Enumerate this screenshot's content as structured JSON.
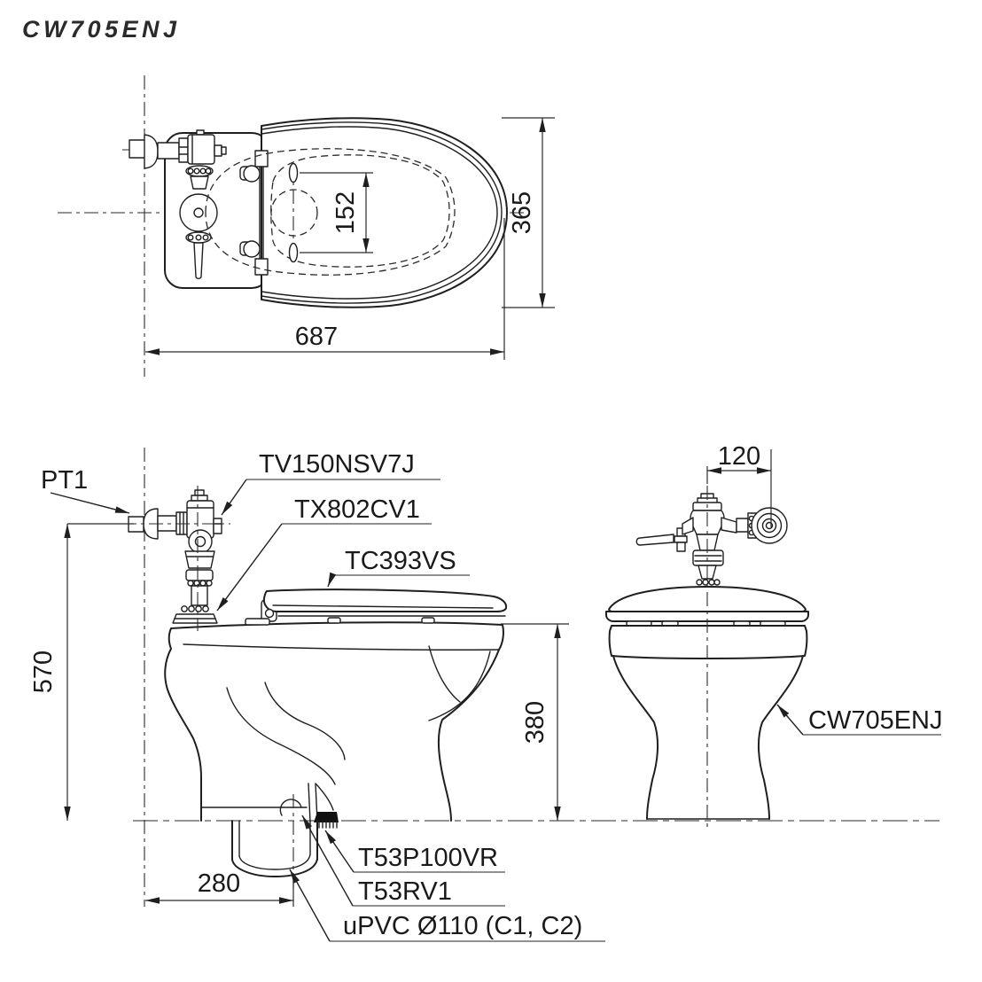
{
  "title": "CW705ENJ",
  "colors": {
    "line": "#1f1f1f",
    "background": "#ffffff"
  },
  "plan_view": {
    "dim_depth": "365",
    "dim_bolt_spacing": "152",
    "dim_length": "687"
  },
  "front_view": {
    "label_supply": "PT1",
    "label_flush_valve": "TV150NSV7J",
    "label_spud_pipe": "TX802CV1",
    "label_seat": "TC393VS",
    "dim_valve_height": "570",
    "dim_rim_height": "380",
    "dim_outlet_offset": "280",
    "label_floor_flange": "T53P100VR",
    "label_gasket": "T53RV1",
    "label_drain_pipe": "uPVC Ø110 (C1, C2)"
  },
  "rear_view": {
    "dim_supply_offset": "120",
    "label_model": "CW705ENJ"
  }
}
